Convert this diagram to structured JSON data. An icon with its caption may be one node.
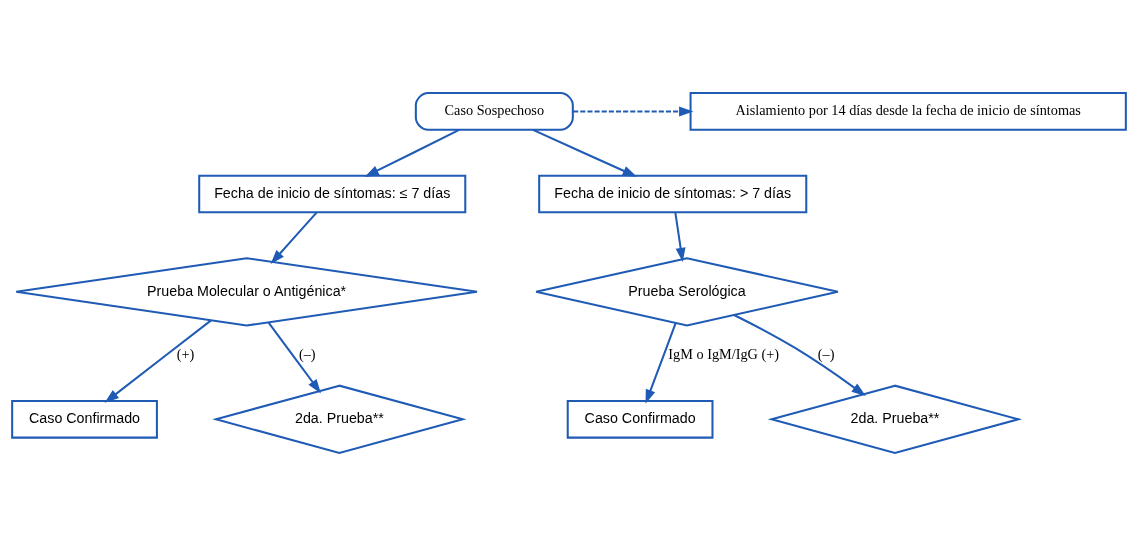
{
  "diagram": {
    "nodes": [
      {
        "text": [
          "Caso Sospechoso"
        ]
      },
      {
        "text": [
          "Aislamiento por 14 días desde la fecha de inicio de síntomas"
        ]
      },
      {
        "text": [
          "Fecha de inicio de síntomas: ≤ 7 días"
        ]
      },
      {
        "text": [
          "Fecha de inicio de síntomas: > 7 días"
        ]
      },
      {
        "text": [
          "Prueba Molecular o Antigénica*"
        ]
      },
      {
        "text": [
          "Caso Confirmado"
        ]
      },
      {
        "text": [
          "2da. Prueba**"
        ]
      },
      {
        "text": [
          "Prueba Serológica"
        ]
      },
      {
        "text": [
          "Caso Confirmado"
        ]
      },
      {
        "text": [
          "2da. Prueba**"
        ]
      }
    ],
    "edges": [
      {
        "from": 0,
        "to": 1,
        "arrow": "to",
        "style": "dashed"
      },
      {
        "from": 0,
        "to": 2,
        "arrow": "to"
      },
      {
        "from": 0,
        "to": 3,
        "arrow": "to"
      },
      {
        "from": 2,
        "to": 4,
        "arrow": "to"
      },
      {
        "from": 3,
        "to": 7,
        "arrow": "to"
      },
      {
        "from": 4,
        "to": 5,
        "arrow": "to",
        "label": "(+)"
      },
      {
        "from": 4,
        "to": 6,
        "arrow": "to",
        "label": "(–)"
      },
      {
        "from": 7,
        "to": 9,
        "arrow": "to",
        "label": "(–)"
      },
      {
        "from": 7,
        "to": 8,
        "arrow": "to",
        "label": "IgM o IgM/IgG (+)"
      }
    ]
  }
}
